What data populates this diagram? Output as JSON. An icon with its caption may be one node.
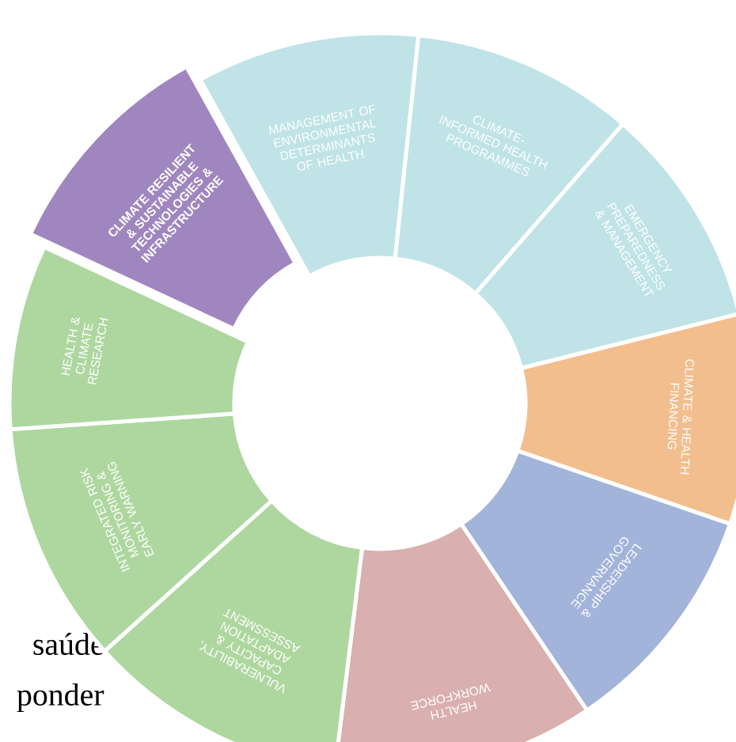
{
  "diagram": {
    "nodes": [
      {
        "text": [
          "MANAGEMENT OF ENVIRONMENTAL DETERMINANTS OF HEALTH"
        ]
      },
      {
        "text": [
          "CLIMATE-INFORMED HEALTH PROGRAMMES"
        ]
      },
      {
        "text": [
          "EMERGENCY PREPAREDNESS & MANAGEMENT"
        ]
      },
      {
        "text": [
          "CLIMATE & HEALTH FINANCING"
        ]
      },
      {
        "text": [
          "LEADERSHIP & GOVERNANCE"
        ]
      },
      {
        "text": [
          "HEALTH WORKFORCE"
        ]
      },
      {
        "text": [
          "VULNERABILITY, CAPACITY & ADAPTATION ASSESSMENT"
        ]
      },
      {
        "text": [
          "INTEGRATED RISK MONITORING & EARLY WARNING"
        ]
      },
      {
        "text": [
          "HEALTH & CLIMATE RESEARCH"
        ]
      },
      {
        "text": [
          "CLIMATE RESILIENT & SUSTAINABLE TECHNOLOGIES & INFRASTRUCTURE"
        ]
      }
    ],
    "labels": [
      "saúde",
      "ponder"
    ]
  }
}
